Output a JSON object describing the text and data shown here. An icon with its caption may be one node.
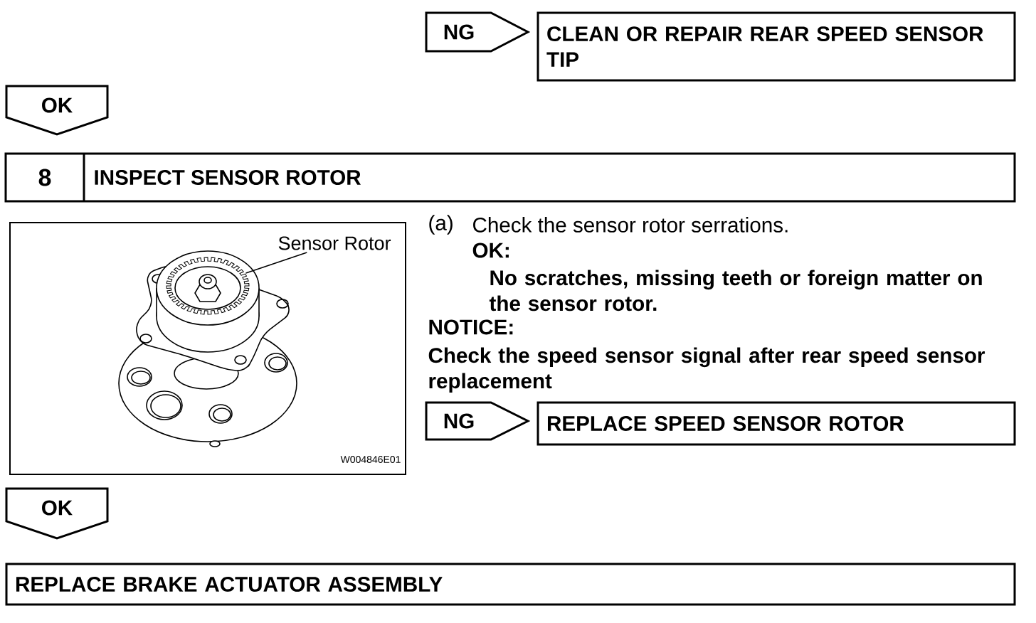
{
  "diagram": {
    "nodes": [
      {
        "text": [
          "NG"
        ]
      },
      {
        "text": [
          "CLEAN OR REPAIR REAR SPEED SENSOR TIP"
        ]
      },
      {
        "text": [
          "OK"
        ]
      },
      {
        "text": [
          "8",
          "INSPECT SENSOR ROTOR"
        ]
      },
      {
        "text": [
          "W004846E01"
        ]
      },
      {
        "text": [
          "Sensor Rotor"
        ],
        "in": 4
      },
      {
        "text": [],
        "shape": "circle",
        "in": 4
      },
      {
        "text": [
          "NG"
        ]
      },
      {
        "text": [
          "REPLACE SPEED SENSOR ROTOR"
        ]
      },
      {
        "text": [
          "OK"
        ]
      },
      {
        "text": [
          "REPLACE BRAKE ACTUATOR ASSEMBLY"
        ]
      }
    ],
    "edges": [
      {
        "from": 5,
        "to": 6,
        "arrow": "none"
      }
    ],
    "labels": [
      "(a)",
      "Check the sensor rotor serrations.",
      "OK:",
      "No scratches, missing teeth or foreign matter on the sensor rotor.",
      "NOTICE:",
      "Check the speed sensor signal after rear speed sensor replacement"
    ]
  }
}
